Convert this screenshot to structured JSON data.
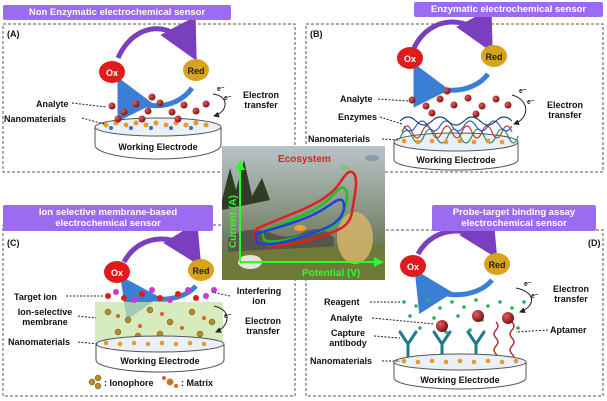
{
  "panels": {
    "a": {
      "tag": "(A)",
      "title": "Non Enzymatic electrochemical sensor",
      "ox": "Ox",
      "red": "Red",
      "analyte": "Analyte",
      "nanomaterials": "Nanomaterials",
      "electron_transfer": [
        "Electron",
        "transfer"
      ],
      "electron": "e⁻",
      "electrode": "Working Electrode"
    },
    "b": {
      "tag": "(B)",
      "title": "Enzymatic electrochemical sensor",
      "ox": "Ox",
      "red": "Red",
      "analyte": "Analyte",
      "enzymes": "Enzymes",
      "nanomaterials": "Nanomaterials",
      "electron_transfer": [
        "Electron",
        "transfer"
      ],
      "electron": "e⁻",
      "electrode": "Working Electrode"
    },
    "c": {
      "tag": "(C)",
      "title": [
        "Ion selective membrane-based",
        "electrochemical sensor"
      ],
      "ox": "Ox",
      "red": "Red",
      "target_ion": "Target ion",
      "membrane": [
        "Ion-selective",
        "membrane"
      ],
      "nanomaterials": "Nanomaterials",
      "interfering_ion": [
        "Interfering",
        "ion"
      ],
      "electron_transfer": [
        "Electron",
        "transfer"
      ],
      "electron": "e⁻",
      "electrode": "Working Electrode",
      "legend_ionophore": ": Ionophore",
      "legend_matrix": ": Matrix"
    },
    "d": {
      "tag": "(D)",
      "title": [
        "Probe-target binding assay",
        "electrochemical sensor"
      ],
      "ox": "Ox",
      "red": "Red",
      "reagent": "Reagent",
      "analyte": "Analyte",
      "capture_antibody": [
        "Capture",
        "antibody"
      ],
      "nanomaterials": "Nanomaterials",
      "aptamer": "Aptamer",
      "electron_transfer": [
        "Electron",
        "transfer"
      ],
      "electron": "e⁻",
      "electrode": "Working Electrode"
    }
  },
  "center": {
    "title": "Ecosystem",
    "x_axis": "Potential (V)",
    "y_axis": "Current (A)"
  },
  "colors": {
    "banner": "#9b6cf2",
    "ox_red": "#e01b1b",
    "red_gold": "#d8a21a",
    "arrow_purple": "#7a3fbf",
    "arrow_blue": "#3b7fd4",
    "electrode_top": "#eaf0f8",
    "membrane": "#c9e6a8",
    "cv_red": "#e02020",
    "cv_green": "#20c020",
    "cv_blue": "#2040e0",
    "axis_green": "#28ff28"
  }
}
